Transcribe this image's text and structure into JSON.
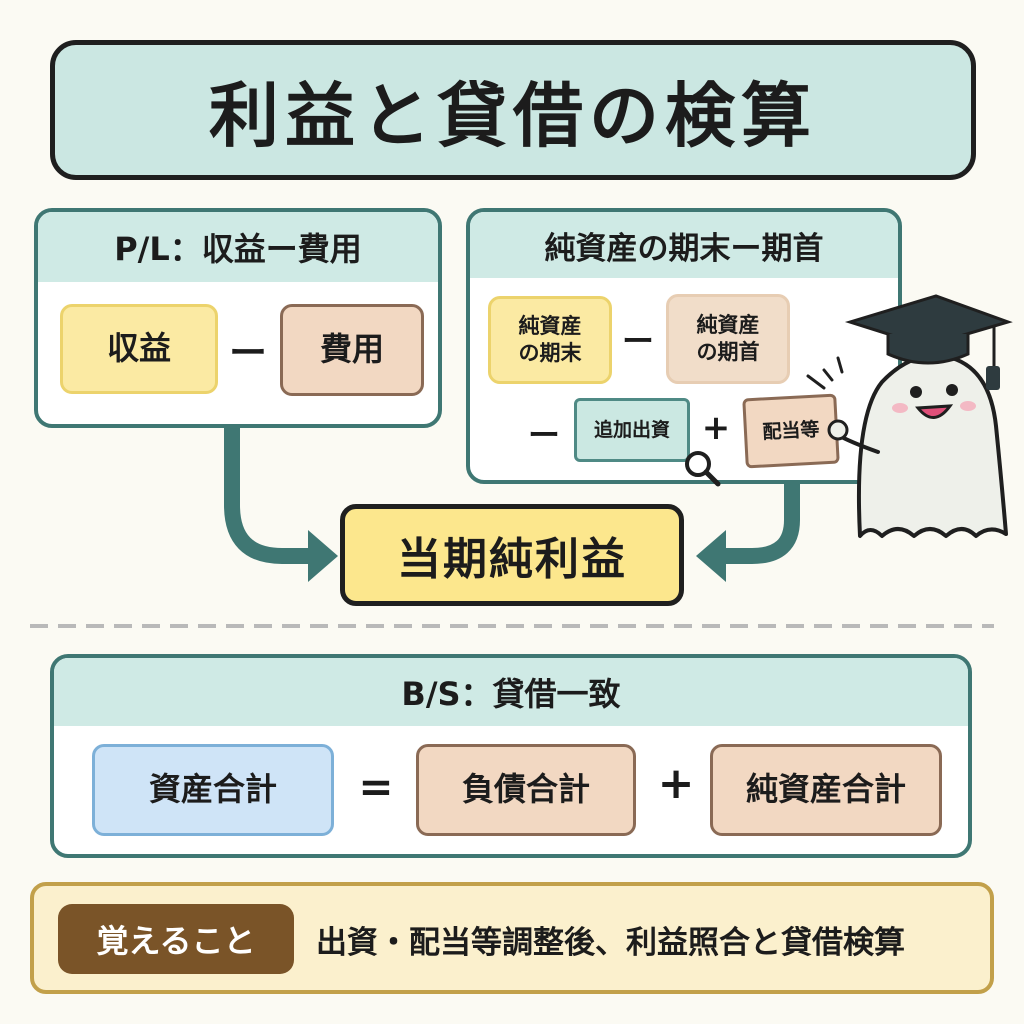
{
  "title": "利益と貸借の検算",
  "pl_panel": {
    "heading": "P/L：収益ー費用",
    "revenue": "収益",
    "minus": "ー",
    "expense": "費用"
  },
  "na_panel": {
    "heading": "純資産の期末ー期首",
    "end_line1": "純資産",
    "end_line2": "の期末",
    "minus": "ー",
    "begin_line1": "純資産",
    "begin_line2": "の期首",
    "minus2": "ー",
    "capital": "追加出資",
    "plus": "+",
    "dividend": "配当等"
  },
  "result": "当期純利益",
  "bs_panel": {
    "heading": "B/S：貸借一致",
    "assets": "資産合計",
    "equals": "=",
    "liabilities": "負債合計",
    "plus": "+",
    "net_assets": "純資産合計"
  },
  "footer": {
    "badge": "覚えること",
    "text": "出資・配当等調整後、利益照合と貸借検算"
  },
  "colors": {
    "teal_border": "#3f7773",
    "teal_fill": "#cfeae5",
    "yellow": "#fbeaa3",
    "peach": "#f2d8c2",
    "blue": "#cfe4f7",
    "footer_brown": "#7a5428"
  },
  "icons": [
    "graduation-cap-icon",
    "magnifier-icon",
    "ghost-mascot"
  ]
}
